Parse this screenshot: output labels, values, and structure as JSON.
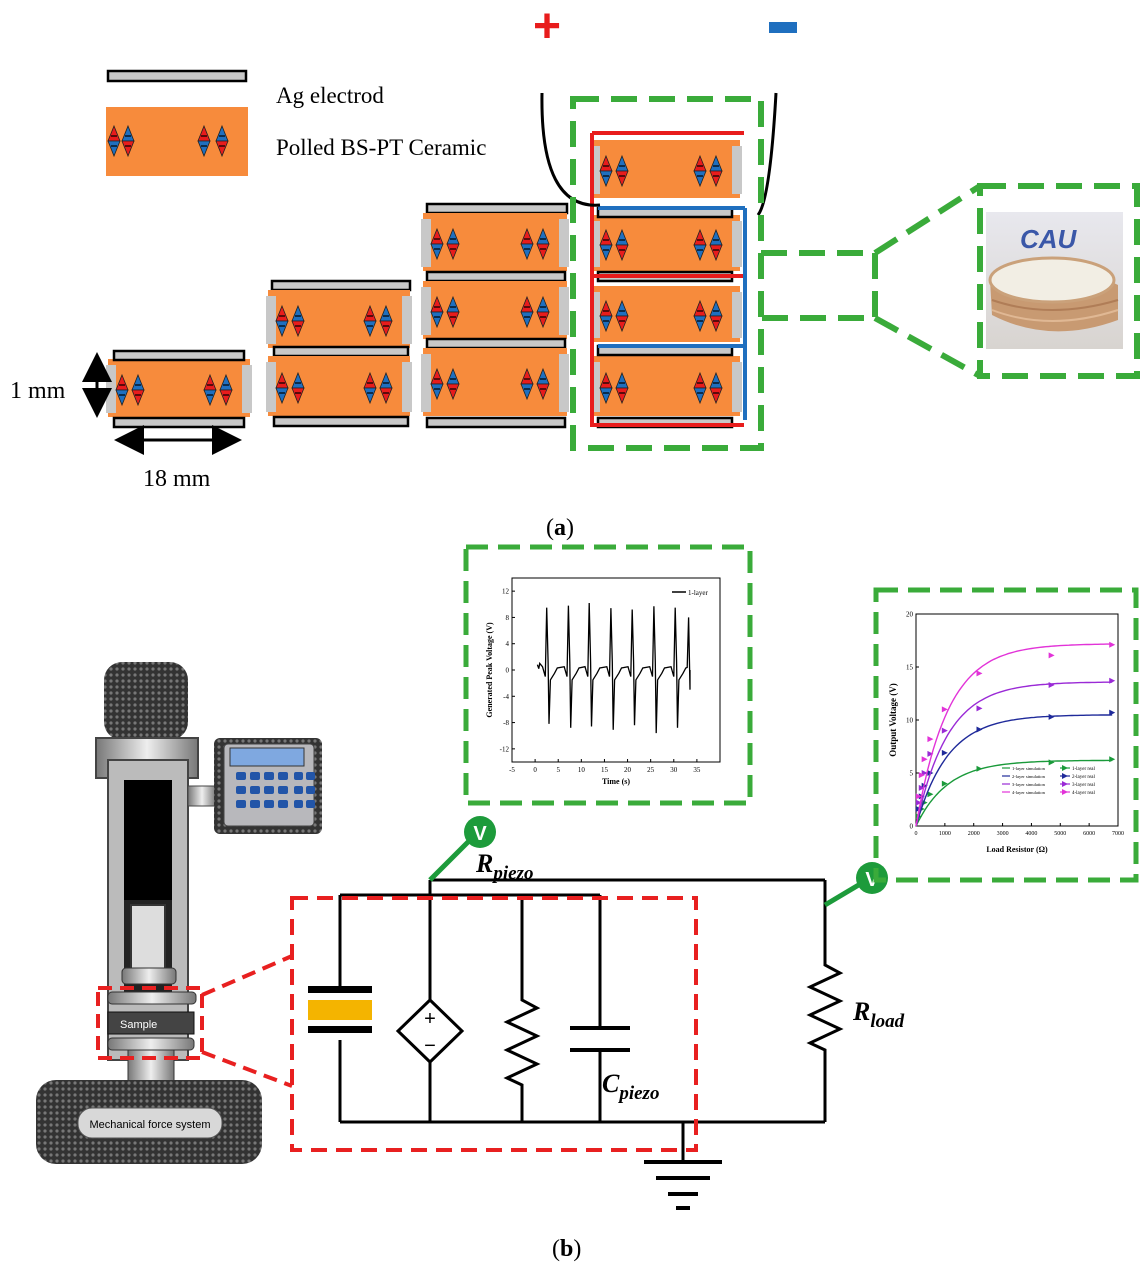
{
  "panel_a": {
    "caption_open": "(",
    "caption_letter": "a",
    "caption_close": ")",
    "legend_electrode": "Ag  electrod",
    "legend_ceramic": "Polled  BS-PT  Ceramic",
    "thickness_label": "1   mm",
    "width_label": "18  mm",
    "terminal_positive": "+",
    "terminal_negative": "−",
    "photo_text": "CAU",
    "colors": {
      "ceramic": "#f78b3c",
      "electrode": "#c8c8c8",
      "positive": "#e81c1c",
      "negative": "#1f6fbf",
      "highlight": "#3aab3a"
    }
  },
  "panel_b": {
    "caption_open": "(",
    "caption_letter": "b",
    "caption_close": ")",
    "machine_label": "Mechanical force system",
    "sample_label": "Sample",
    "r_piezo": "R",
    "r_piezo_sub": "piezo",
    "c_piezo": "C",
    "c_piezo_sub": "piezo",
    "r_load": "R",
    "r_load_sub": "load",
    "voltmeter_symbol": "V",
    "source_plus": "+",
    "source_minus": "−"
  },
  "chart_data": [
    {
      "type": "line",
      "xlabel": "Time (s)",
      "ylabel": "Generated Peak Voltage (V)",
      "xlim": [
        -5,
        40
      ],
      "ylim": [
        -14,
        14
      ],
      "xticks": [
        "-5",
        "0",
        "5",
        "10",
        "15",
        "20",
        "25",
        "30",
        "35"
      ],
      "yticks": [
        "12",
        "8",
        "4",
        "0",
        "-4",
        "-8",
        "-12"
      ],
      "legend": "1-layer",
      "peaks": [
        {
          "t": 2.8,
          "max": 9.5,
          "min": -8.2
        },
        {
          "t": 7.5,
          "max": 9.8,
          "min": -8.8
        },
        {
          "t": 12.0,
          "max": 10.2,
          "min": -8.6
        },
        {
          "t": 16.7,
          "max": 9.4,
          "min": -9.1
        },
        {
          "t": 21.3,
          "max": 9.2,
          "min": -8.4
        },
        {
          "t": 26.0,
          "max": 9.7,
          "min": -9.6
        },
        {
          "t": 30.6,
          "max": 9.5,
          "min": -8.8
        }
      ],
      "t_start": 0.5,
      "t_end": 33.5
    },
    {
      "type": "scatter",
      "xlabel": "Load Resistor (Ω)",
      "ylabel": "Output Voltage (V)",
      "xlim": [
        0,
        7000
      ],
      "ylim": [
        0,
        20
      ],
      "xticks": [
        "0",
        "1000",
        "2000",
        "3000",
        "4000",
        "5000",
        "6000",
        "7000"
      ],
      "yticks": [
        "20",
        "15",
        "10",
        "5",
        "0"
      ],
      "legend_simulation": [
        "1-layer simulation",
        "2-layer simulation",
        "3-layer simulation",
        "4-layer simulation"
      ],
      "legend_real": [
        "1-layer real",
        "2-layer real",
        "3-layer real",
        "4-layer real"
      ],
      "x": [
        100,
        200,
        300,
        500,
        1000,
        2200,
        4700,
        6800
      ],
      "series": [
        {
          "name": "1-layer real",
          "color": "#1a9a3a",
          "sat": 6.2,
          "values": [
            0.9,
            1.6,
            2.2,
            3.0,
            4.0,
            5.4,
            6.0,
            6.3
          ]
        },
        {
          "name": "2-layer real",
          "color": "#1f2a9a",
          "sat": 10.5,
          "values": [
            1.6,
            2.8,
            3.8,
            5.0,
            6.9,
            9.1,
            10.3,
            10.7
          ]
        },
        {
          "name": "3-layer real",
          "color": "#9a2ad6",
          "sat": 13.6,
          "values": [
            2.2,
            3.6,
            5.0,
            6.8,
            9.0,
            11.1,
            13.3,
            13.7
          ]
        },
        {
          "name": "4-layer real",
          "color": "#e233d8",
          "sat": 17.2,
          "values": [
            2.8,
            4.8,
            6.3,
            8.2,
            11.0,
            14.4,
            16.1,
            17.1
          ]
        }
      ]
    }
  ]
}
